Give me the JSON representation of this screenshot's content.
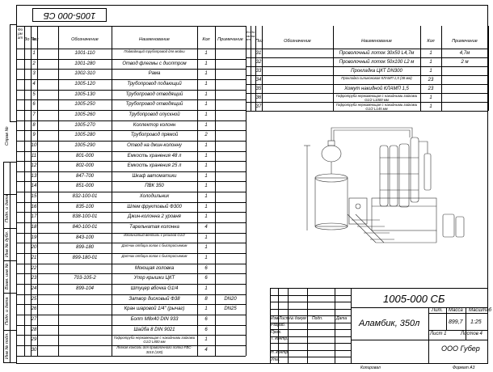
{
  "doc_number": "1005-000 СБ",
  "title_block": {
    "doc_number": "1005-000 СБ",
    "name": "Аламбик, 350л",
    "company": "ООО Губер",
    "lit_label": "Лит.",
    "mass_label": "Масса",
    "scale_label": "Масштаб",
    "mass_value": "899,7",
    "scale_value": "1:25",
    "sheet_label": "Лист 1",
    "sheets_label": "Листов 4",
    "rows": [
      "Изм",
      "Лист",
      "№ докум",
      "Подп.",
      "Дата"
    ],
    "roles": [
      "Разраб.",
      "Пров.",
      "Т. контр.",
      "Н. контр.",
      "Утв."
    ],
    "copy_label": "Копировал",
    "format_label": "Формат А3"
  },
  "side_labels": [
    "Справ №",
    "Подп. и дата",
    "Инв № дубл.",
    "Взам. инв №",
    "Подп. и дата",
    "Инв № подл."
  ],
  "left_table": {
    "headers": {
      "format": "Фо рм ат",
      "zone": "Зо на",
      "pos": "Поз",
      "designation": "Обозначение",
      "name": "Наименование",
      "qty": "Кол",
      "note": "Примечание"
    },
    "rows": [
      {
        "pos": "1",
        "designation": "1001-110",
        "name": "Подводящий трубопровод для мойки",
        "qty": "1",
        "note": ""
      },
      {
        "pos": "2",
        "designation": "1001-280",
        "name": "Отвод флегмы с диоптром",
        "qty": "1",
        "note": ""
      },
      {
        "pos": "3",
        "designation": "1002-310",
        "name": "Рама",
        "qty": "1",
        "note": ""
      },
      {
        "pos": "4",
        "designation": "1005-120",
        "name": "Трубопровод подающий",
        "qty": "1",
        "note": ""
      },
      {
        "pos": "5",
        "designation": "1005-130",
        "name": "Трубопровод отводящий",
        "qty": "1",
        "note": ""
      },
      {
        "pos": "6",
        "designation": "1005-250",
        "name": "Трубопровод отводящий",
        "qty": "1",
        "note": ""
      },
      {
        "pos": "7",
        "designation": "1005-260",
        "name": "Трубопровод опускной",
        "qty": "1",
        "note": ""
      },
      {
        "pos": "8",
        "designation": "1005-270",
        "name": "Коллектор колонн",
        "qty": "1",
        "note": ""
      },
      {
        "pos": "9",
        "designation": "1005-280",
        "name": "Трубопровод прямой",
        "qty": "2",
        "note": ""
      },
      {
        "pos": "10",
        "designation": "1005-290",
        "name": "Отвод на джин-колонну",
        "qty": "1",
        "note": ""
      },
      {
        "pos": "11",
        "designation": "801-000",
        "name": "Емкость хранения 48 л",
        "qty": "1",
        "note": ""
      },
      {
        "pos": "12",
        "designation": "802-000",
        "name": "Емкость хранения 25 л",
        "qty": "1",
        "note": ""
      },
      {
        "pos": "13",
        "designation": "847-700",
        "name": "Шкаф автоматики",
        "qty": "1",
        "note": ""
      },
      {
        "pos": "14",
        "designation": "851-000",
        "name": "ПВК 350",
        "qty": "1",
        "note": ""
      },
      {
        "pos": "15",
        "designation": "832-100-01",
        "name": "Холодильник",
        "qty": "1",
        "note": ""
      },
      {
        "pos": "16",
        "designation": "835-100",
        "name": "Шлем фруктовый Ф300",
        "qty": "1",
        "note": ""
      },
      {
        "pos": "17",
        "designation": "838-100-01",
        "name": "Джин-колонна 2 уровня",
        "qty": "1",
        "note": ""
      },
      {
        "pos": "18",
        "designation": "840-100-01",
        "name": "Тарельчатая колонна",
        "qty": "4",
        "note": ""
      },
      {
        "pos": "19",
        "designation": "843-100",
        "name": "Игольчатый вентиль с резьбой G1/2",
        "qty": "1",
        "note": ""
      },
      {
        "pos": "20",
        "designation": "899-180",
        "name": "Датчик отбора голов с быстросъемом",
        "qty": "1",
        "note": ""
      },
      {
        "pos": "21",
        "designation": "899-180-01",
        "name": "Датчик отбора голов с быстросъемом",
        "qty": "1",
        "note": ""
      },
      {
        "pos": "22",
        "designation": "",
        "name": "Моющая головка",
        "qty": "6",
        "note": ""
      },
      {
        "pos": "23",
        "designation": "703-105-2",
        "name": "Упор крышки ЦКТ",
        "qty": "6",
        "note": ""
      },
      {
        "pos": "24",
        "designation": "899-104",
        "name": "Штуцер вбочка G1/4",
        "qty": "1",
        "note": ""
      },
      {
        "pos": "25",
        "designation": "",
        "name": "Затвор дисковый Ф38",
        "qty": "8",
        "note": "DN20"
      },
      {
        "pos": "26",
        "designation": "",
        "name": "Кран шаровой 1/4\" (рычаг)",
        "qty": "1",
        "note": "DN25"
      },
      {
        "pos": "27",
        "designation": "",
        "name": "Болт M8х40 DIN 933",
        "qty": "6",
        "note": ""
      },
      {
        "pos": "28",
        "designation": "",
        "name": "Шайба 8 DIN 9021",
        "qty": "6",
        "note": ""
      },
      {
        "pos": "29",
        "designation": "",
        "name": "Гофротруба нержавеющая с накидными гайками G1/2 L800 мм",
        "qty": "1",
        "note": ""
      },
      {
        "pos": "30",
        "designation": "",
        "name": "Легкая консоль для проволочного лотка FBC-3010 (100)",
        "qty": "4",
        "note": ""
      }
    ]
  },
  "right_table": {
    "headers": {
      "format": "Фо рм ат",
      "zone": "Зо на",
      "pos": "Поз",
      "designation": "Обозначение",
      "name": "Наименование",
      "qty": "Кол",
      "note": "Примечание"
    },
    "rows": [
      {
        "pos": "31",
        "name": "Проволочный лоток 30х50 L4,7м",
        "qty": "1",
        "note": "4,7м"
      },
      {
        "pos": "32",
        "name": "Проволочный лоток 50х100 L2 м",
        "qty": "1",
        "note": "2 м"
      },
      {
        "pos": "33",
        "name": "Прокладка ЦКТ DN300",
        "qty": "1",
        "note": ""
      },
      {
        "pos": "34",
        "name": "Прокладка силиконовая КЛАМП 1,5 (38 мм)",
        "qty": "23",
        "note": ""
      },
      {
        "pos": "35",
        "name": "Хомут накидной КЛАМП 1,5",
        "qty": "23",
        "note": ""
      },
      {
        "pos": "36",
        "name": "Гофротруба нержавеющая с накидными гайками G1/2 L1000 мм",
        "qty": "1",
        "note": ""
      },
      {
        "pos": "37",
        "name": "Гофротруба нержавеющая с накидными гайками G1/2 L145 мм",
        "qty": "1",
        "note": ""
      }
    ]
  },
  "colors": {
    "line": "#000000",
    "drawing": "#3a3a3a",
    "background": "#ffffff"
  }
}
